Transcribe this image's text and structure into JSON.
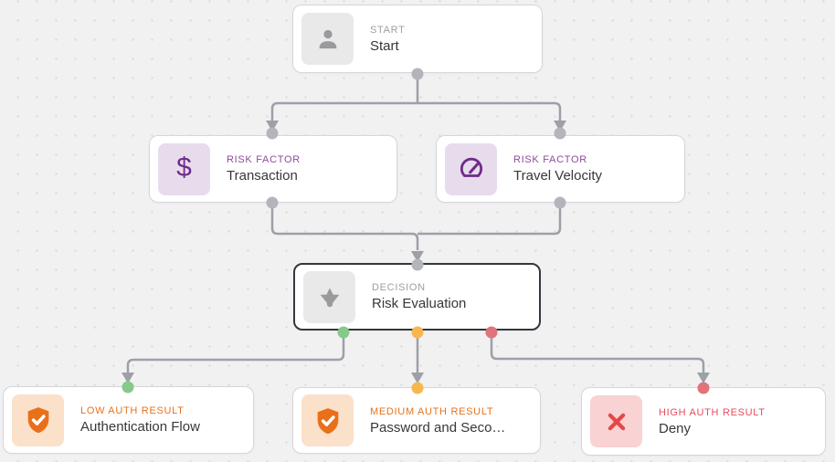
{
  "diagram": {
    "kind": "risk-evaluation-flow",
    "nodes": [
      {
        "id": "start",
        "type_label": "START",
        "title": "Start",
        "icon": "user-icon"
      },
      {
        "id": "transaction",
        "type_label": "RISK FACTOR",
        "title": "Transaction",
        "icon": "dollar-icon",
        "icon_glyph": "$"
      },
      {
        "id": "travel",
        "type_label": "RISK FACTOR",
        "title": "Travel Velocity",
        "icon": "speedometer-icon"
      },
      {
        "id": "decision",
        "type_label": "DECISION",
        "title": "Risk Evaluation",
        "icon": "branch-arrows-icon",
        "selected": true
      },
      {
        "id": "low",
        "type_label": "LOW AUTH RESULT",
        "title": "Authentication Flow",
        "icon": "shield-check-icon"
      },
      {
        "id": "medium",
        "type_label": "MEDIUM AUTH RESULT",
        "title": "Password and Seco…",
        "icon": "shield-check-icon"
      },
      {
        "id": "high",
        "type_label": "HIGH AUTH RESULT",
        "title": "Deny",
        "icon": "x-icon"
      }
    ],
    "edges": [
      {
        "from": "Start",
        "to": "Transaction"
      },
      {
        "from": "Start",
        "to": "Travel Velocity"
      },
      {
        "from": "Transaction",
        "to": "Risk Evaluation"
      },
      {
        "from": "Travel Velocity",
        "to": "Risk Evaluation"
      },
      {
        "from": "Risk Evaluation",
        "to": "Authentication Flow",
        "port": "low",
        "port_color": "#85c98b"
      },
      {
        "from": "Risk Evaluation",
        "to": "Password and Seco…",
        "port": "medium",
        "port_color": "#f7b64e"
      },
      {
        "from": "Risk Evaluation",
        "to": "Deny",
        "port": "high",
        "port_color": "#e0737b"
      }
    ],
    "colors": {
      "canvas_bg": "#f1f1f2",
      "grid_dot": "#d9d9db",
      "edge": "#9da0a7",
      "port_gray": "#b3b5bb",
      "port_green": "#85c98b",
      "port_orange": "#f7b64e",
      "port_red": "#e0737b",
      "purple_label": "#8d4a9b",
      "purple_icon": "#6f2b8a",
      "purple_icon_bg": "#e7dcec",
      "orange_label": "#e8721b",
      "orange_icon": "#e8701a",
      "orange_icon_bg": "#fbe0ca",
      "red_label": "#e84c5b",
      "red_icon": "#e54747",
      "red_icon_bg": "#f9d2d3",
      "gray_label": "#9e9ea3",
      "title_text": "#37373c",
      "node_border": "#d6d6d9",
      "selected_border": "#33383d"
    }
  }
}
